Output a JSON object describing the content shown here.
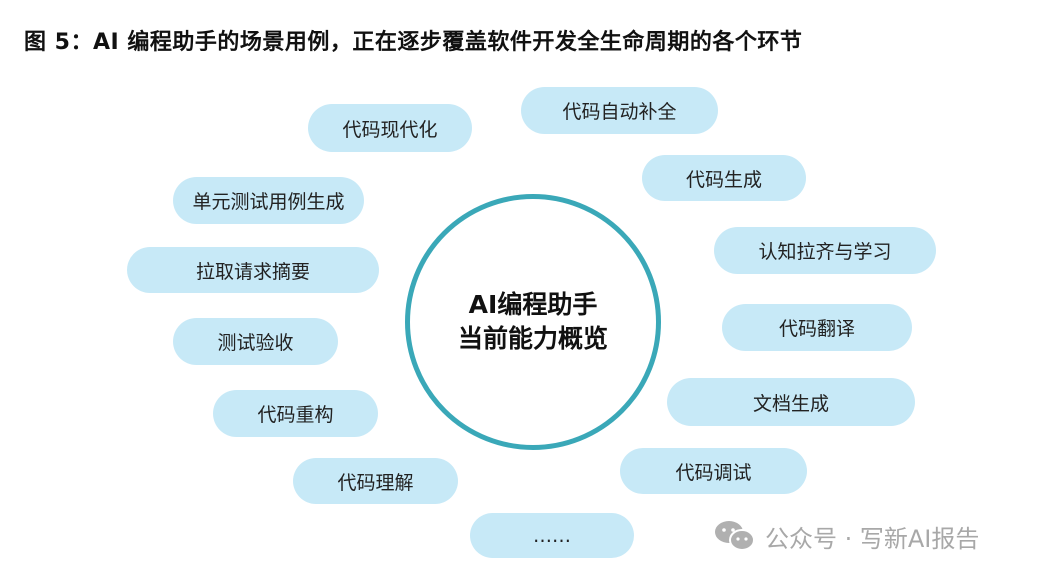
{
  "title": "图 5：AI 编程助手的场景用例，正在逐步覆盖软件开发全生命周期的各个环节",
  "center": {
    "line1": "AI编程助手",
    "line2": "当前能力概览"
  },
  "items": [
    "代码现代化",
    "代码自动补全",
    "代码生成",
    "单元测试用例生成",
    "认知拉齐与学习",
    "拉取请求摘要",
    "代码翻译",
    "测试验收",
    "文档生成",
    "代码重构",
    "代码调试",
    "代码理解",
    "……"
  ],
  "watermark": "公众号 · 写新AI报告",
  "colors": {
    "pill": "#c7e9f7",
    "ring": "#3aa8b8"
  }
}
